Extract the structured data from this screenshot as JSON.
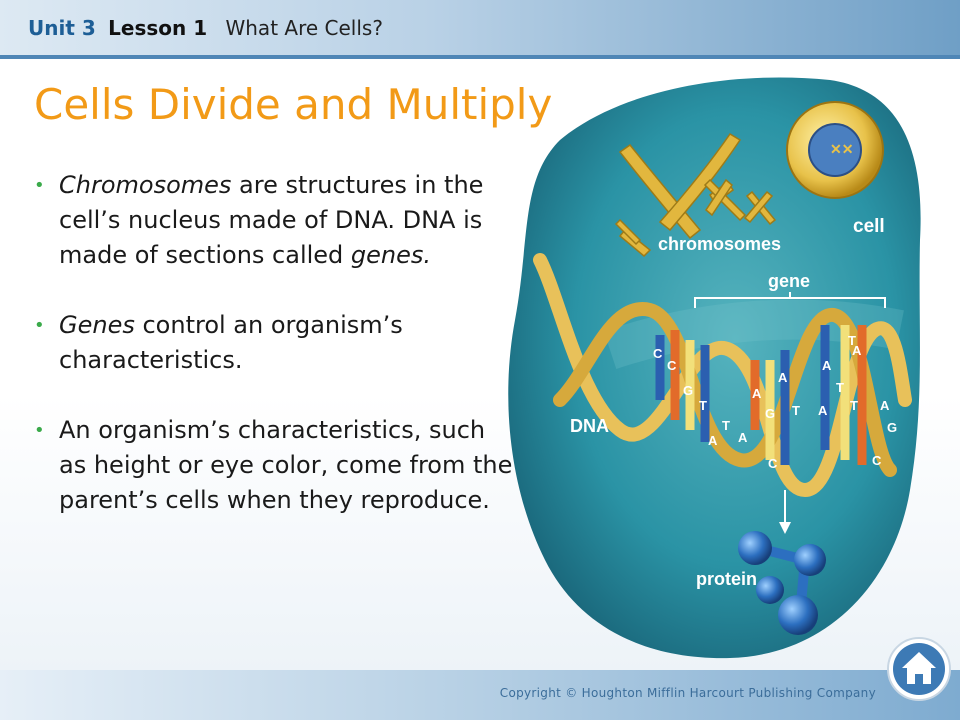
{
  "header": {
    "unit": "Unit 3",
    "lesson": "Lesson 1",
    "lesson_title": "What Are Cells?"
  },
  "slide": {
    "title": "Cells Divide and Multiply"
  },
  "bullets": [
    {
      "parts": [
        {
          "text": "Chromosomes",
          "italic": true
        },
        {
          "text": " are structures in the cell’s nucleus  made of DNA. DNA is made of sections called ",
          "italic": false
        },
        {
          "text": "genes.",
          "italic": true
        }
      ]
    },
    {
      "parts": [
        {
          "text": "Genes",
          "italic": true
        },
        {
          "text": " control an organism’s characteristics.",
          "italic": false
        }
      ]
    },
    {
      "parts": [
        {
          "text": "An organism’s characteristics, such as height or eye color, come from the parent’s cells when they reproduce.",
          "italic": false
        }
      ]
    }
  ],
  "illustration": {
    "labels": {
      "chromosomes": "chromosomes",
      "cell": "cell",
      "gene": "gene",
      "dna": "DNA",
      "protein": "protein"
    },
    "base_letters": [
      "C",
      "C",
      "G",
      "T",
      "A",
      "T",
      "A",
      "A",
      "G",
      "A",
      "T",
      "C",
      "A",
      "T",
      "T",
      "A",
      "T",
      "A",
      "A",
      "G",
      "C"
    ],
    "colors": {
      "background": "#2a93a5",
      "helix": "#e8c15a",
      "protein": "#2c6fc0"
    }
  },
  "footer": {
    "copyright": "Copyright © Houghton Mifflin Harcourt Publishing Company"
  },
  "nav": {
    "home_icon": "home-icon"
  }
}
